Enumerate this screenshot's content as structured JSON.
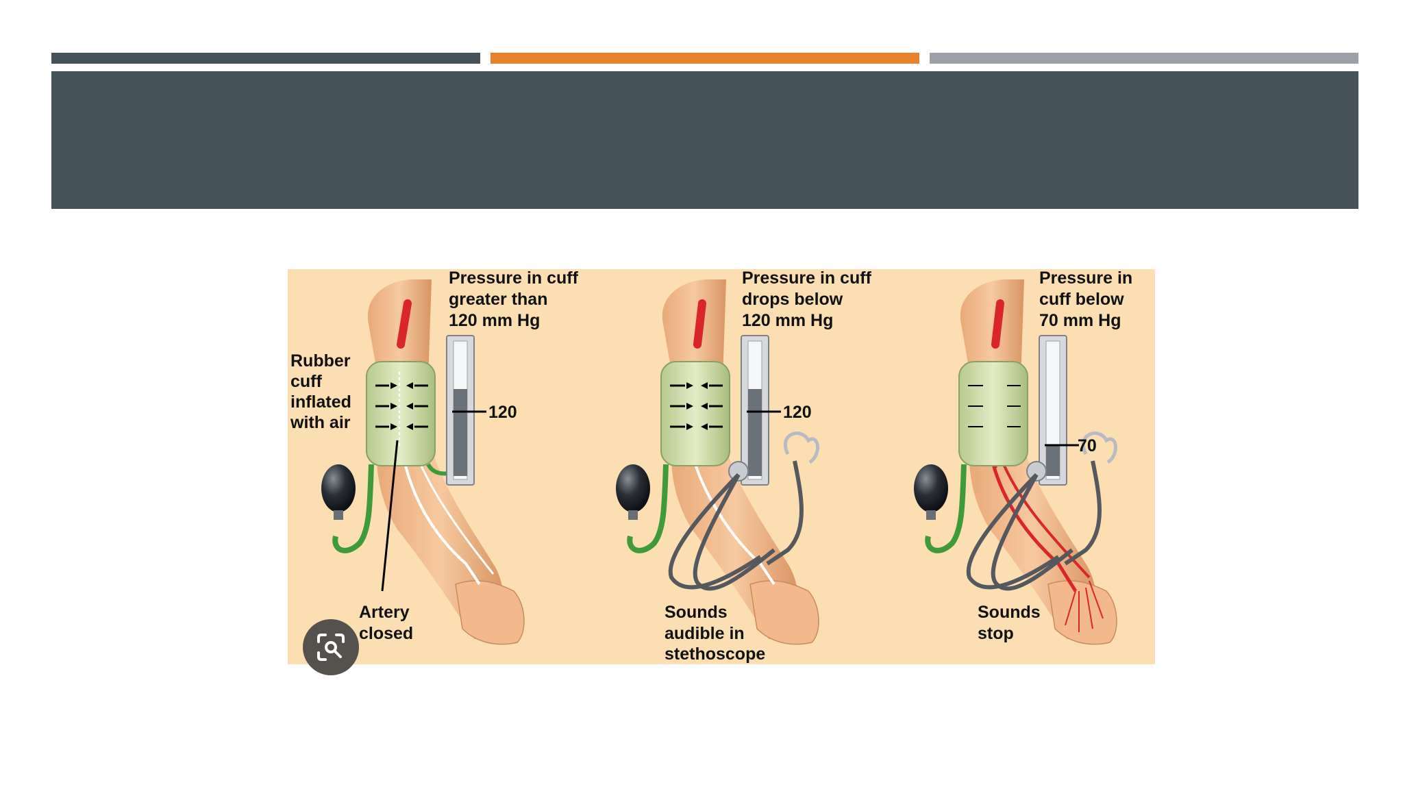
{
  "slide": {
    "title": "",
    "accent_colors": [
      "#45525a",
      "#e8822a",
      "#9aa0a6"
    ],
    "title_band_color": "#45525a"
  },
  "diagram": {
    "background": "#fbdfb3",
    "panels": [
      {
        "pressure_label": [
          "Pressure in cuff",
          "greater than",
          "120 mm Hg"
        ],
        "gauge_value": "120",
        "side_label": [
          "Rubber",
          "cuff",
          "inflated",
          "with air"
        ],
        "bottom_label": [
          "Artery",
          "closed"
        ]
      },
      {
        "pressure_label": [
          "Pressure in cuff",
          "drops below",
          "120 mm Hg"
        ],
        "gauge_value": "120",
        "bottom_label": [
          "Sounds",
          "audible in",
          "stethoscope"
        ]
      },
      {
        "pressure_label": [
          "Pressure in",
          "cuff below",
          "70 mm Hg"
        ],
        "gauge_value": "70",
        "bottom_label": [
          "Sounds",
          "stop"
        ]
      }
    ],
    "icon": "visual-search-icon"
  }
}
